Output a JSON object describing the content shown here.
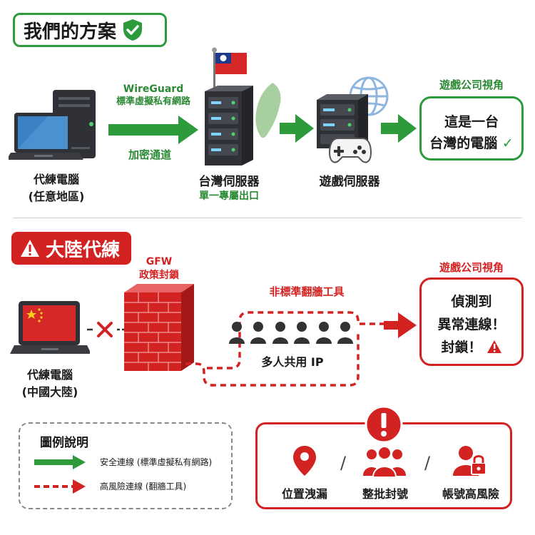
{
  "our_solution": {
    "title": "我們的方案",
    "vpn_label_line1": "WireGuard",
    "vpn_label_line2": "標準虛擬私有網路",
    "tunnel_label": "加密通道",
    "client_line1": "代練電腦",
    "client_line2": "(任意地區)",
    "tw_server_title": "台灣伺服器",
    "tw_server_sub": "單一專屬出口",
    "game_server_title": "遊戲伺服器",
    "view_title": "遊戲公司視角",
    "view_line1": "這是一台",
    "view_line2": "台灣的電腦",
    "view_check": "✓"
  },
  "mainland": {
    "title": "大陸代練",
    "gfw_line1": "GFW",
    "gfw_line2": "政策封鎖",
    "tool_label": "非標準翻牆工具",
    "shared_ip_label": "多人共用 IP",
    "client_line1": "代練電腦",
    "client_line2": "(中國大陸)",
    "view_title": "遊戲公司視角",
    "view_line1": "偵測到",
    "view_line2": "異常連線！",
    "view_line3": "封鎖！"
  },
  "legend": {
    "title": "圖例說明",
    "safe_label": "安全連線 (標準虛擬私有網路)",
    "risk_label": "高風險連線 (翻牆工具)"
  },
  "risks": {
    "items": [
      "位置洩漏",
      "整批封號",
      "帳號高風險"
    ],
    "separator": "/"
  },
  "colors": {
    "green": "#2d9a3c",
    "red": "#d32222",
    "dark": "#2f3137"
  }
}
